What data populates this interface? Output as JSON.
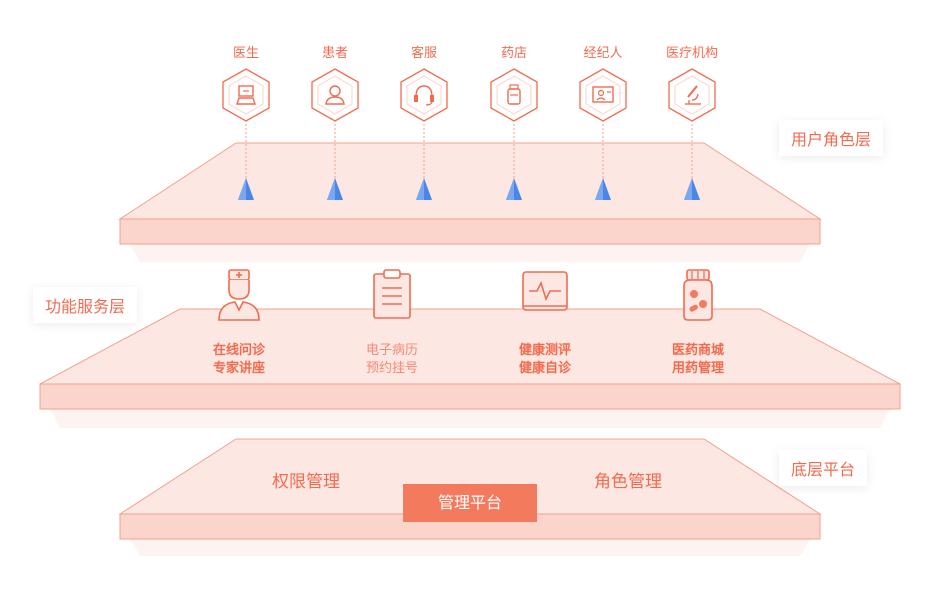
{
  "colors": {
    "accent": "#f36b4f",
    "slab_top": "#fde7e2",
    "slab_edge": "#fbd3c9",
    "marker": "#4a86e8"
  },
  "layers": {
    "user_role": "用户角色层",
    "function_service": "功能服务层",
    "base_platform": "底层平台"
  },
  "roles": [
    {
      "label": "医生",
      "icon": "doctor-icon"
    },
    {
      "label": "患者",
      "icon": "patient-icon"
    },
    {
      "label": "客服",
      "icon": "headset-icon"
    },
    {
      "label": "药店",
      "icon": "pharmacy-icon"
    },
    {
      "label": "经纪人",
      "icon": "agent-icon"
    },
    {
      "label": "医疗机构",
      "icon": "microscope-icon"
    }
  ],
  "functions": [
    {
      "line1": "在线问诊",
      "line2": "专家讲座",
      "icon": "nurse-icon"
    },
    {
      "line1": "电子病历",
      "line2": "预约挂号",
      "icon": "clipboard-icon"
    },
    {
      "line1": "健康测评",
      "line2": "健康自诊",
      "icon": "monitor-icon"
    },
    {
      "line1": "医药商城",
      "line2": "用药管理",
      "icon": "pill-bottle-icon"
    }
  ],
  "platform": {
    "left": "权限管理",
    "right": "角色管理",
    "center": "管理平台"
  }
}
